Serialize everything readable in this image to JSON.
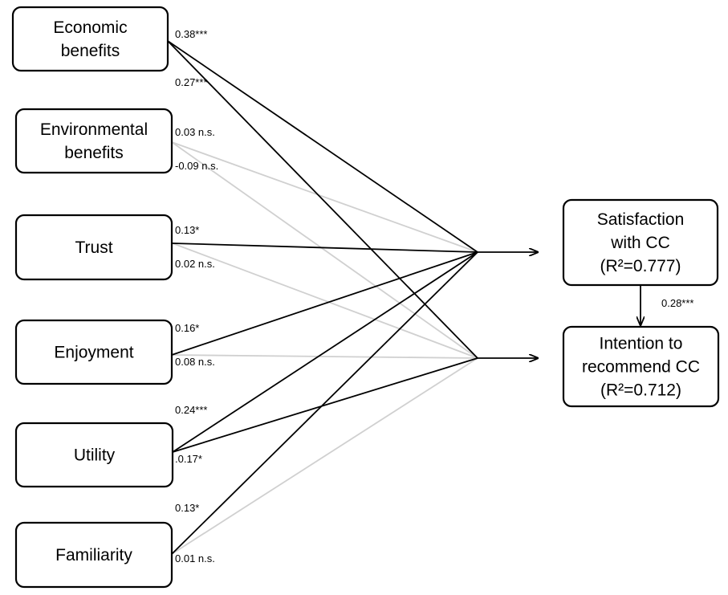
{
  "nodes": {
    "economic": [
      "Economic",
      "benefits"
    ],
    "environmental": [
      "Environmental",
      "benefits"
    ],
    "trust": [
      "Trust"
    ],
    "enjoyment": [
      "Enjoyment"
    ],
    "utility": [
      "Utility"
    ],
    "familiarity": [
      "Familiarity"
    ],
    "satisfaction": [
      "Satisfaction",
      "with CC",
      "(R²=0.777)"
    ],
    "intention": [
      "Intention to",
      "recommend CC",
      "(R²=0.712)"
    ]
  },
  "paths": [
    {
      "from": "economic",
      "to": "satisfaction",
      "label": "0.38***",
      "significant": true
    },
    {
      "from": "economic",
      "to": "intention",
      "label": "0.27***",
      "significant": true
    },
    {
      "from": "environmental",
      "to": "satisfaction",
      "label": "0.03 n.s.",
      "significant": false
    },
    {
      "from": "environmental",
      "to": "intention",
      "label": "-0.09 n.s.",
      "significant": false
    },
    {
      "from": "trust",
      "to": "satisfaction",
      "label": "0.13*",
      "significant": true
    },
    {
      "from": "trust",
      "to": "intention",
      "label": "0.02 n.s.",
      "significant": false
    },
    {
      "from": "enjoyment",
      "to": "satisfaction",
      "label": "0.16*",
      "significant": true
    },
    {
      "from": "enjoyment",
      "to": "intention",
      "label": "0.08 n.s.",
      "significant": false
    },
    {
      "from": "utility",
      "to": "satisfaction",
      "label": "0.24***",
      "significant": true
    },
    {
      "from": "utility",
      "to": "intention",
      "label": ".0.17*",
      "significant": true
    },
    {
      "from": "familiarity",
      "to": "satisfaction",
      "label": "0.13*",
      "significant": true
    },
    {
      "from": "familiarity",
      "to": "intention",
      "label": "0.01 n.s.",
      "significant": false
    },
    {
      "from": "satisfaction",
      "to": "intention",
      "label": "0.28***",
      "significant": true
    }
  ],
  "colors": {
    "significant_path": "#000000",
    "nonsignificant_path": "#d0d0d0",
    "box_border": "#000000",
    "background": "#ffffff"
  }
}
